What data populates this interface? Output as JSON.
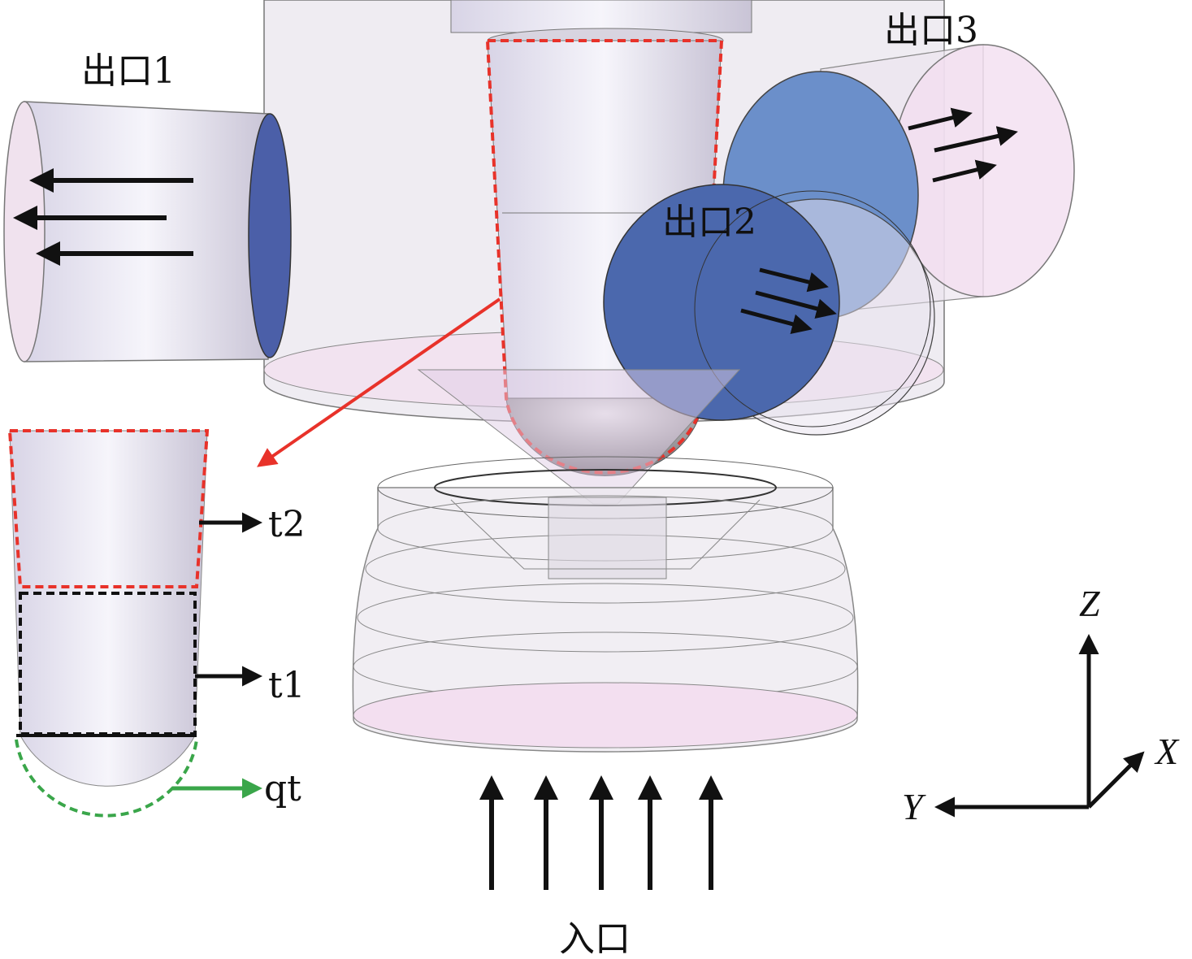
{
  "labels": {
    "outlet1": "出口1",
    "outlet2": "出口2",
    "outlet3": "出口3",
    "inlet": "入口",
    "t2": "t2",
    "t1": "t1",
    "qt": "qt"
  },
  "axes": {
    "z": "Z",
    "x": "X",
    "y": "Y"
  },
  "colors": {
    "shell": "#ebe7ef",
    "pink": "#f3dff0",
    "blue": "#4b68ad",
    "red_dash": "#e8322a",
    "green": "#3aa64a",
    "arrow": "#111111"
  }
}
